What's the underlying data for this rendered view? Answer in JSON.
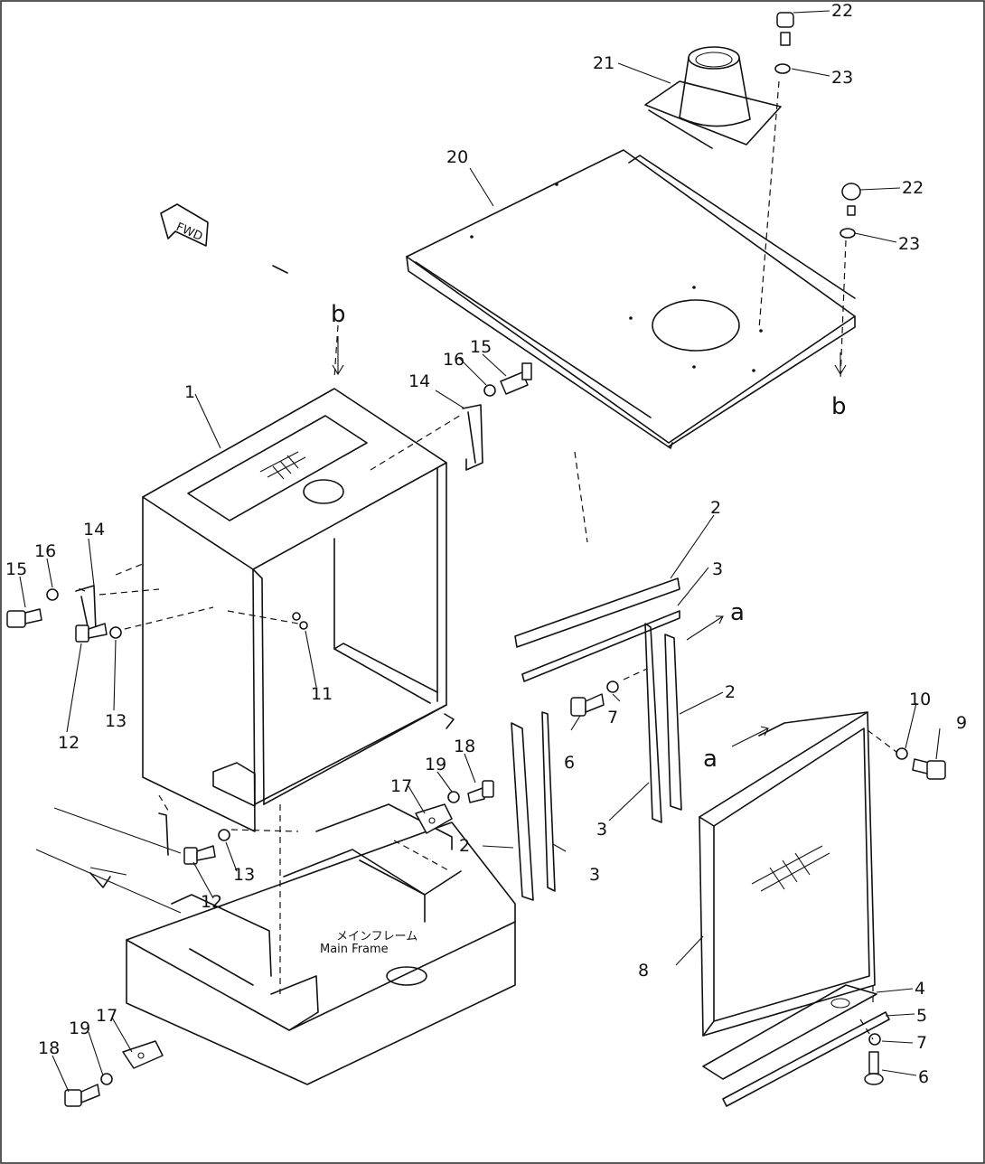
{
  "diagram": {
    "frame_label": {
      "jp": "メインフレーム",
      "en": "Main Frame"
    },
    "fwd_label": "FWD",
    "view_markers": {
      "a": "a",
      "b": "b"
    },
    "callouts": {
      "n1": "1",
      "n2": "2",
      "n3": "3",
      "n4": "4",
      "n5": "5",
      "n6": "6",
      "n7": "7",
      "n8": "8",
      "n9": "9",
      "n10": "10",
      "n11": "11",
      "n12": "12",
      "n13": "13",
      "n14": "14",
      "n15": "15",
      "n16": "16",
      "n17": "17",
      "n18": "18",
      "n19": "19",
      "n20": "20",
      "n21": "21",
      "n22": "22",
      "n23": "23"
    }
  }
}
